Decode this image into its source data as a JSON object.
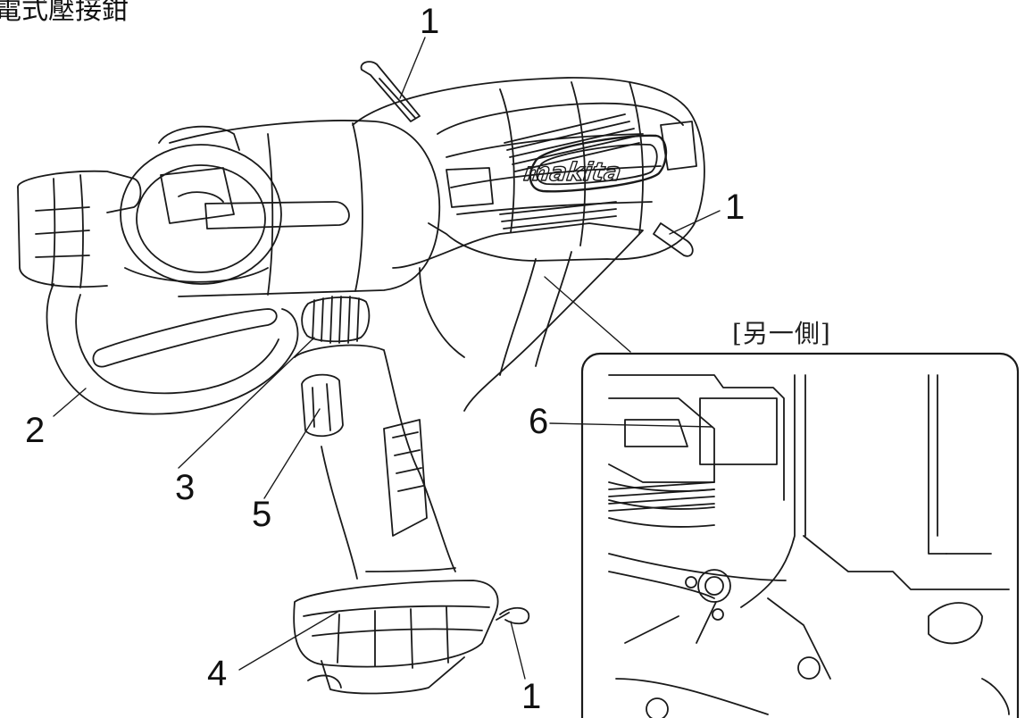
{
  "title": "電式壓接鉗",
  "inset": {
    "label": "[另一側]"
  },
  "brand": "makita",
  "callouts": {
    "c1a": "1",
    "c1b": "1",
    "c1c": "1",
    "c2": "2",
    "c3": "3",
    "c4": "4",
    "c5": "5",
    "c6": "6"
  }
}
